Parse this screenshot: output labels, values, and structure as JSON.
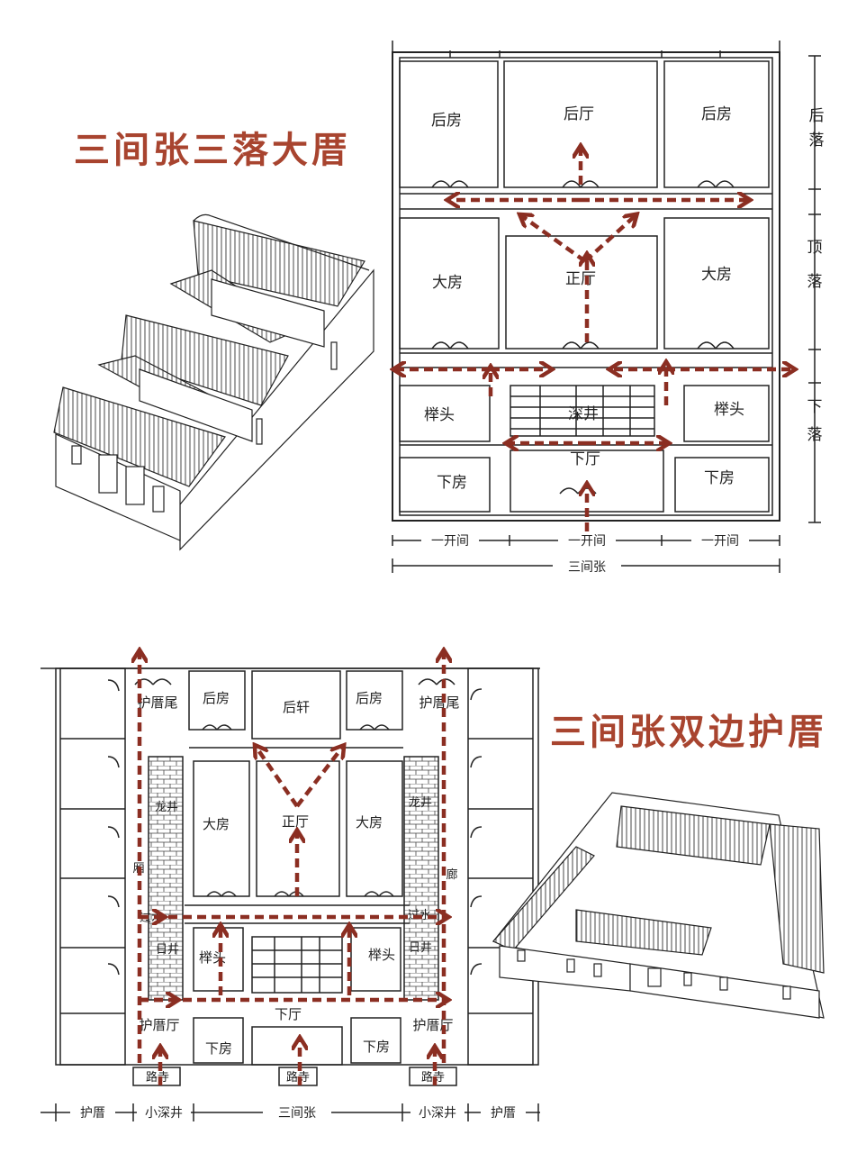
{
  "colors": {
    "accent": "#a8442f",
    "arrow": "#8b2e22",
    "ink": "#222222"
  },
  "section_1": {
    "title": "三间张三落大厝",
    "rooms": {
      "hou_fang_left": "后房",
      "hou_ting": "后厅",
      "hou_fang_right": "后房",
      "da_fang_left": "大房",
      "zheng_ting": "正厅",
      "da_fang_right": "大房",
      "jian_tou_left": "榉头",
      "shen_jing": "深井",
      "jian_tou_right": "榉头",
      "xia_fang_left": "下房",
      "xia_ting": "下厅",
      "xia_fang_right": "下房"
    },
    "side_labels": {
      "hou_luo": [
        "后",
        "落"
      ],
      "ding_luo": [
        "顶",
        "落"
      ],
      "xia_luo": [
        "下",
        "落"
      ]
    },
    "dimensions": {
      "bay_left": "一开间",
      "bay_mid": "一开间",
      "bay_right": "一开间",
      "total": "三间张"
    }
  },
  "section_2": {
    "title": "三间张双边护厝",
    "rooms": {
      "hu_cuo_wei_left": "护厝尾",
      "hou_fang_left": "后房",
      "hou_xuan": "后轩",
      "hou_fang_right": "后房",
      "hu_cuo_wei_right": "护厝尾",
      "da_fang_left": "大房",
      "zheng_ting": "正厅",
      "da_fang_right": "大房",
      "jian_tou_left": "榉头",
      "jian_tou_right": "榉头",
      "xia_ting": "下厅",
      "xia_fang_left": "下房",
      "xia_fang_right": "下房",
      "hu_cuo_ting_left": "护厝厅",
      "hu_cuo_ting_right": "护厝厅",
      "lu_si_left": "路寺",
      "lu_si_center": "路寺",
      "lu_si_right": "路寺",
      "long_jing_left": "龙井",
      "long_jing_right": "龙井",
      "guo_shui_left": "过水",
      "guo_shui_right": "过水",
      "ce_lang_left": "厢",
      "ce_lang_right": "廊",
      "jian_left": "日井",
      "jian_right": "日井"
    },
    "dimensions": {
      "hu_cuo_left": "护厝",
      "xiao_shen_jing_left": "小深井",
      "total": "三间张",
      "xiao_shen_jing_right": "小深井",
      "hu_cuo_right": "护厝"
    }
  }
}
